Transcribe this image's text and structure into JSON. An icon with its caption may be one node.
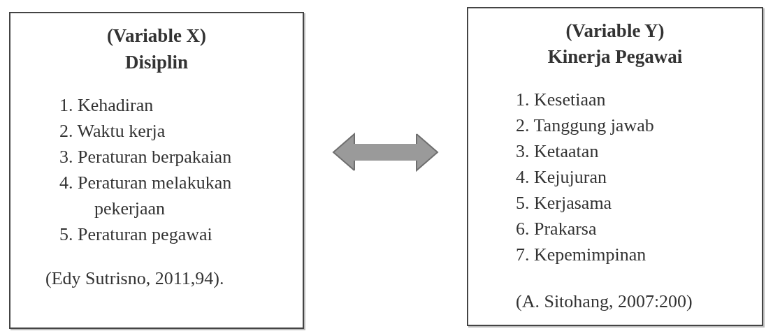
{
  "diagram": {
    "nodes": [
      {
        "text": [
          "(Variable X)",
          "Disiplin",
          "1. Kehadiran",
          "2. Waktu kerja",
          "3. Peraturan berpakaian",
          "4. Peraturan melakukan pekerjaan",
          "5. Peraturan pegawai",
          "(Edy Sutrisno, 2011,94)."
        ]
      },
      {
        "text": [
          "(Variable Y)",
          "Kinerja Pegawai",
          "1. Kesetiaan",
          "2. Tanggung jawab",
          "3. Ketaatan",
          "4. Kejujuran",
          "5. Kerjasama",
          "6. Prakarsa",
          "7. Kepemimpinan",
          "(A. Sitohang, 2007:200)"
        ]
      }
    ],
    "edges": [
      {
        "from": 0,
        "to": 1,
        "arrow": "both",
        "color": "#9a9a9a"
      }
    ]
  }
}
